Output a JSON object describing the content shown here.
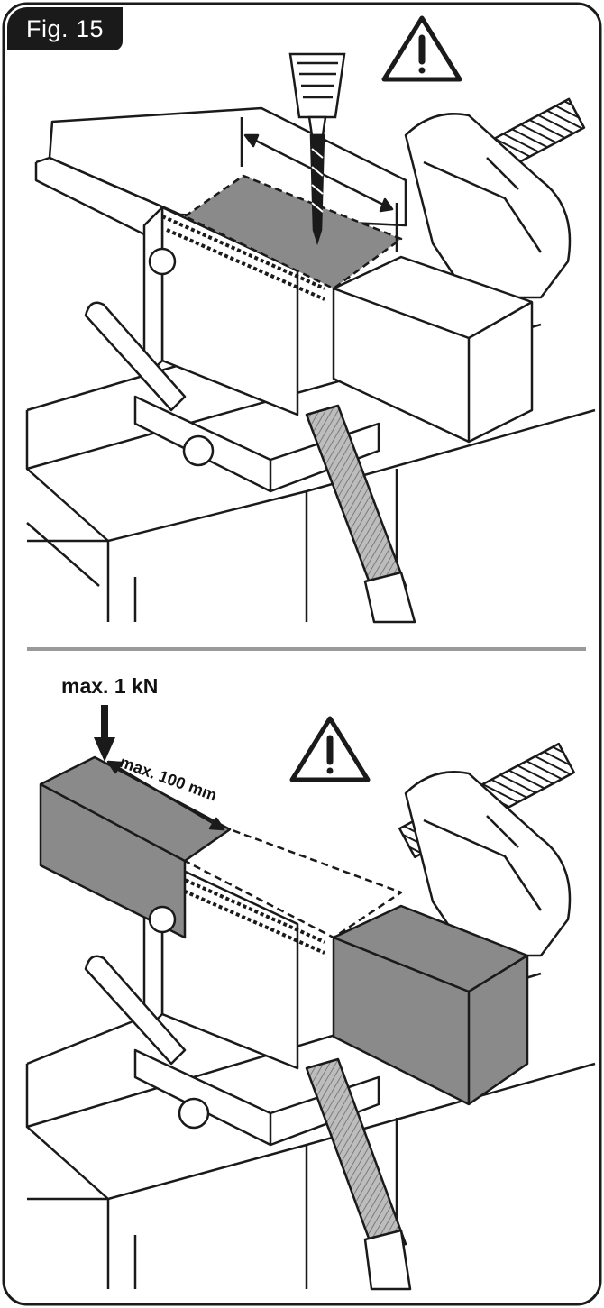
{
  "figure": {
    "label": "Fig. 15"
  },
  "bottom_panel": {
    "force_label": "max. 1 kN",
    "dimension_label": "max. 100 mm"
  },
  "icons": {
    "warning": "warning-triangle-icon",
    "drill": "drill-bit-icon",
    "force_arrow": "arrow-down-icon"
  },
  "colors": {
    "line": "#1a1a1a",
    "workpiece_grey": "#8a8a8a",
    "hatch_grey": "#9a9a9a",
    "background": "#ffffff"
  }
}
